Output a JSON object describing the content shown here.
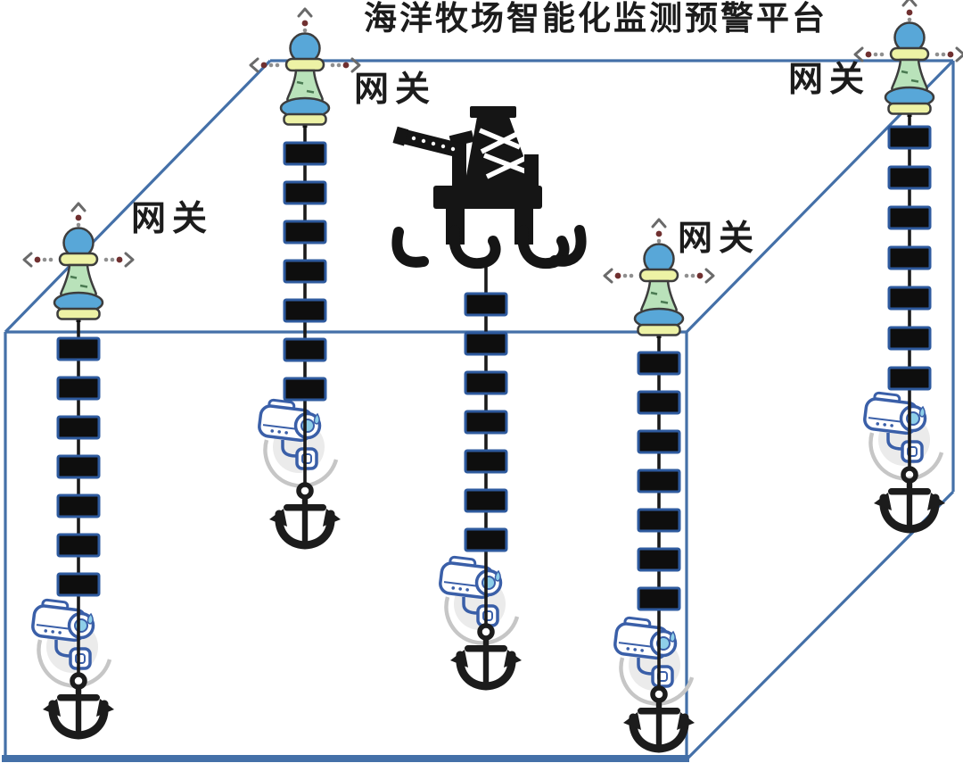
{
  "title": "海洋牧场智能化监测预警平台",
  "gateways": [
    {
      "label": "网关",
      "position": "front-left-buoy"
    },
    {
      "label": "网关",
      "position": "back-left-buoy"
    },
    {
      "label": "网关",
      "position": "front-right-buoy"
    },
    {
      "label": "网关",
      "position": "back-right-buoy"
    }
  ],
  "diagram": {
    "type": "marine-ranch-monitoring-network",
    "gateway_buoys": 4,
    "offshore_platforms": 1,
    "mooring_chains": 5,
    "sensor_nodes_per_chain": 7,
    "underwater_cameras": 5,
    "anchors": 5
  },
  "icons": {
    "buoy": "gateway-buoy-icon",
    "drift_arrows": "drift-arrows-icon",
    "sensor_node": "sensor-node-block",
    "camera": "underwater-camera-icon",
    "anchor": "anchor-icon",
    "platform": "offshore-platform-icon"
  },
  "colors": {
    "box_edge": "#4470a8",
    "sensor_node_fill": "#0e0e0e",
    "sensor_node_border": "#2e5a9e",
    "buoy_float_blue": "#58a7d8",
    "buoy_band_yellow": "#edf2a5",
    "buoy_body_green": "#b9e2ba",
    "camera_outline": "#3a5fa8",
    "camera_lens": "#8ecfe9",
    "anchor_black": "#1c1c1c",
    "platform_black": "#151515",
    "arrow_dot_red": "#703030",
    "arrow_chevron_gray": "#6a6a6a",
    "label_text": "#1c1c1c"
  }
}
